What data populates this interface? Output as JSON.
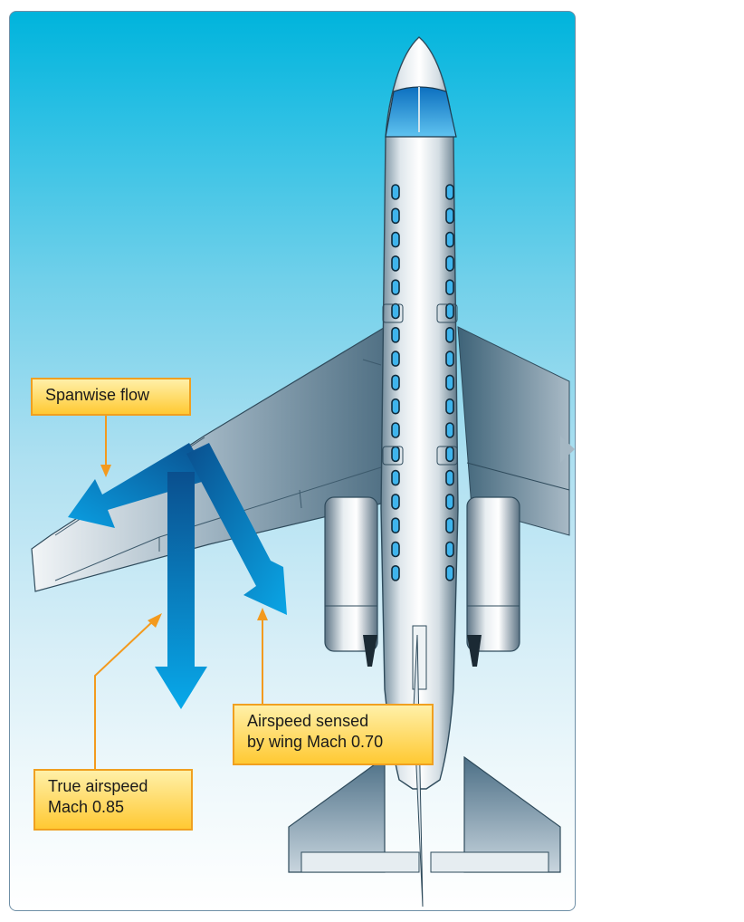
{
  "labels": {
    "spanwise": "Spanwise flow",
    "true_airspeed_line1": "True airspeed",
    "true_airspeed_line2": "Mach 0.85",
    "sensed_line1": "Airspeed sensed",
    "sensed_line2": "by wing Mach 0.70"
  },
  "colors": {
    "sky_top": "#00b4dc",
    "arrow_blue": "#0a8fd6",
    "callout_fill": "#ffd24a",
    "callout_border": "#f0a020",
    "leader_line": "#f39a1e"
  },
  "icons": {
    "aircraft": "swept-wing-jet-top-view"
  }
}
